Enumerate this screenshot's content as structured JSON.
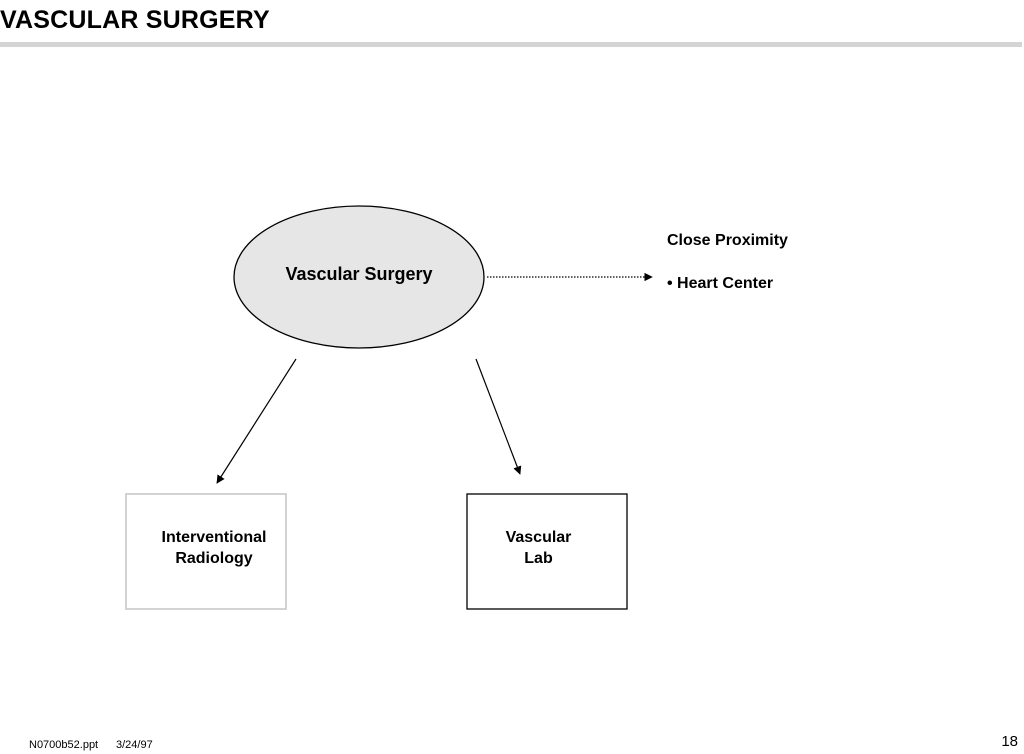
{
  "slide": {
    "title": "VASCULAR SURGERY"
  },
  "diagram": {
    "center_node": "Vascular Surgery",
    "left_box": {
      "line1": "Interventional",
      "line2": "Radiology"
    },
    "right_box": {
      "line1": "Vascular",
      "line2": "Lab"
    },
    "side_note": {
      "heading": "Close Proximity",
      "bullet": "• Heart Center"
    }
  },
  "footer": {
    "filename": "N0700b52.ppt",
    "date": "3/24/97",
    "page_number": "18"
  },
  "colors": {
    "ellipse_fill": "#e6e6e6",
    "title_rule": "#d4d4d4",
    "left_box_border": "#c8c8c8",
    "right_box_border": "#000000"
  }
}
